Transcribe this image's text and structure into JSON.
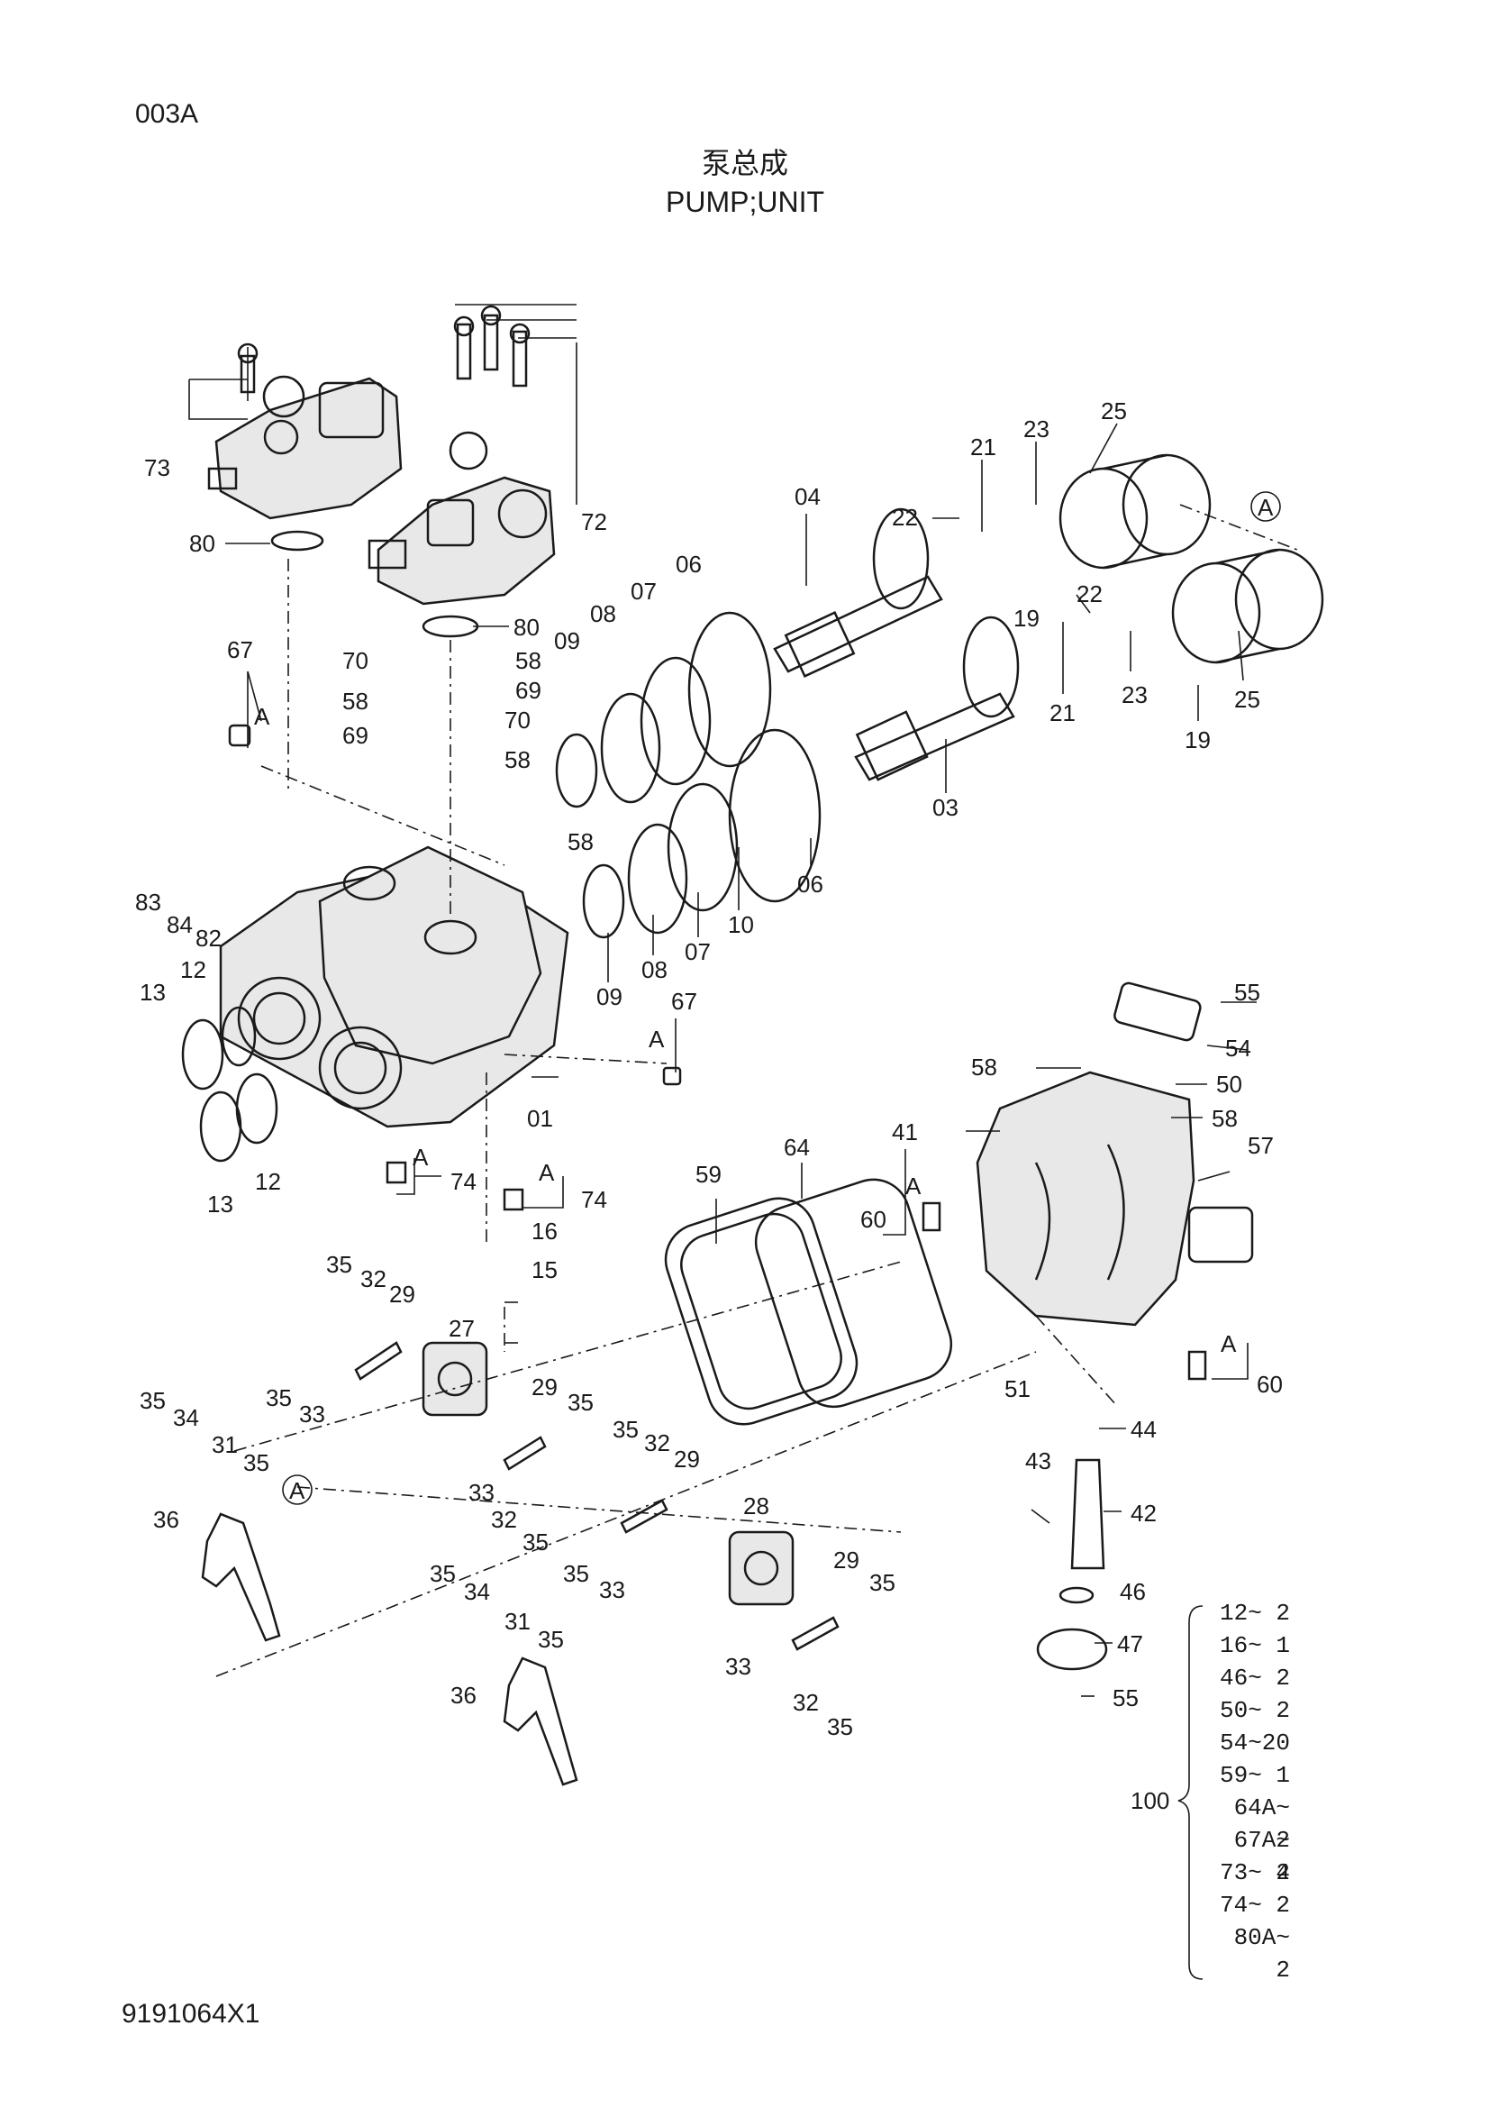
{
  "page_code": "003A",
  "title_cn": "泵总成",
  "title_en": "PUMP;UNIT",
  "doc_number": "9191064X1",
  "callouts": [
    "01",
    "03",
    "04",
    "06",
    "07",
    "08",
    "09",
    "10",
    "12",
    "13",
    "15",
    "16",
    "19",
    "21",
    "22",
    "23",
    "25",
    "27",
    "28",
    "29",
    "31",
    "32",
    "33",
    "34",
    "35",
    "36",
    "41",
    "42",
    "43",
    "44",
    "46",
    "47",
    "50",
    "51",
    "54",
    "55",
    "57",
    "58",
    "59",
    "60",
    "64",
    "67",
    "69",
    "70",
    "72",
    "73",
    "74",
    "80",
    "82",
    "83",
    "84"
  ],
  "view_marker": "A",
  "kit": {
    "number": "100",
    "items": [
      "12~ 2",
      "16~ 1",
      "46~ 2",
      "50~ 2",
      "54~20",
      "59~ 1",
      "64A~ 2",
      "67A~ 2",
      "73~ 4",
      "74~ 2",
      "80A~ 2"
    ]
  }
}
